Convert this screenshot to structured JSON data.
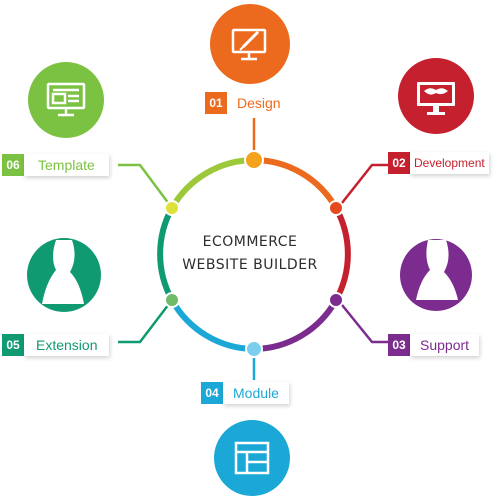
{
  "center": {
    "line1": "ECOMMERCE",
    "line2": "WEBSITE BUILDER"
  },
  "steps": [
    {
      "num": "01",
      "label": "Design",
      "color": "#ec6a1e",
      "icon": "design-monitor-icon"
    },
    {
      "num": "02",
      "label": "Development",
      "color": "#c5202e",
      "icon": "development-monitor-icon"
    },
    {
      "num": "03",
      "label": "Support",
      "color": "#7b2c8e",
      "icon": "support-person-icon"
    },
    {
      "num": "04",
      "label": "Module",
      "color": "#1ba8d6",
      "icon": "module-layout-icon"
    },
    {
      "num": "05",
      "label": "Extension",
      "color": "#109a72",
      "icon": "extension-person-icon"
    },
    {
      "num": "06",
      "label": "Template",
      "color": "#7cc242",
      "icon": "template-monitor-icon"
    }
  ]
}
